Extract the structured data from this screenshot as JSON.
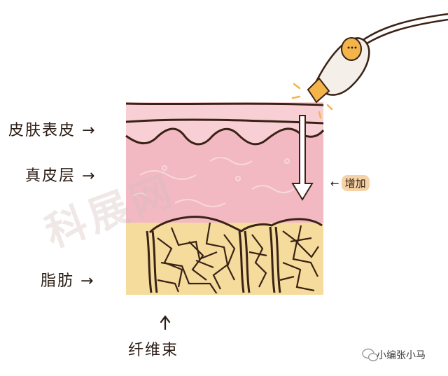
{
  "labels": {
    "epidermis": "皮肤表皮",
    "dermis": "真皮层",
    "fat": "脂肪",
    "fiber": "纤维束",
    "increase": "增加"
  },
  "watermark": "科展网",
  "credit": "小编张小马",
  "colors": {
    "epidermis": "#f7cfd4",
    "dermis": "#f2b9c3",
    "fat": "#f5dc9c",
    "outline": "#3a2216",
    "device": "#f4efe8",
    "device_accent": "#f3b54a"
  }
}
